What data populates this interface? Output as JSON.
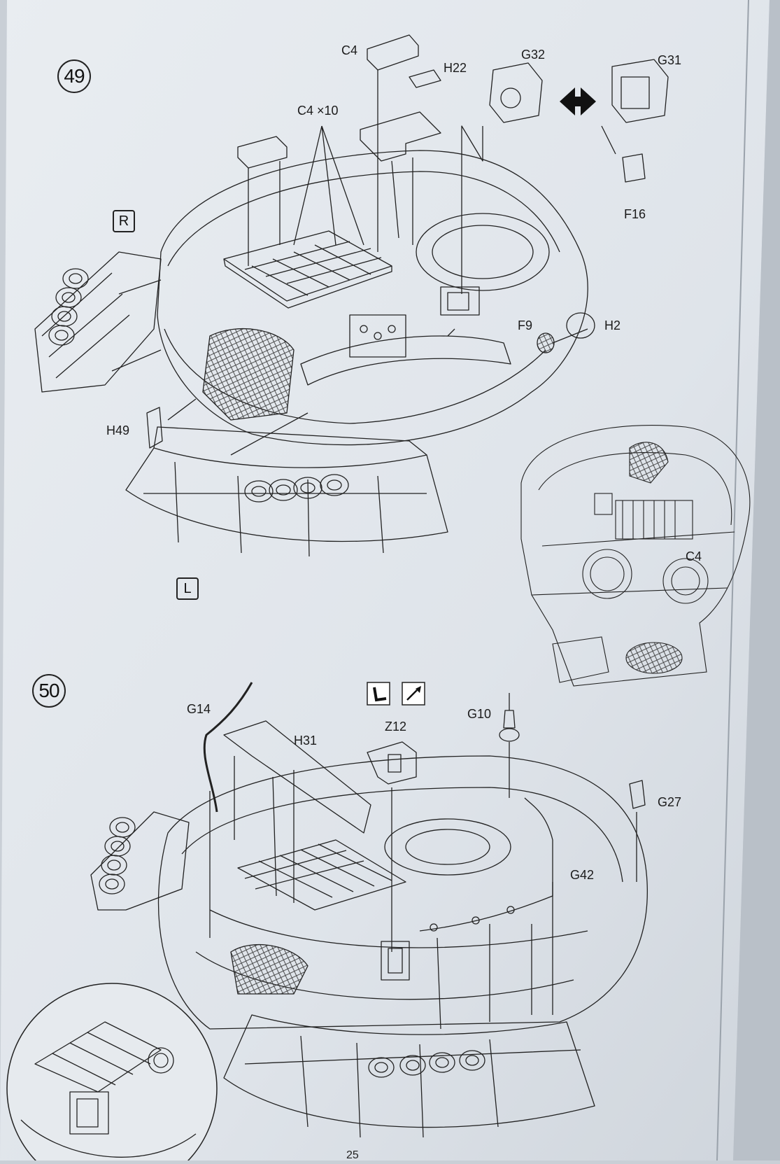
{
  "page": {
    "number": "25"
  },
  "step49": {
    "number": "49",
    "labels": {
      "c4": "C4",
      "c4x10": "C4 ×10",
      "h22": "H22",
      "g32": "G32",
      "g31": "G31",
      "f16": "F16",
      "f9": "F9",
      "h2": "H2",
      "h49": "H49",
      "c4_detail": "C4"
    },
    "side_right": "R",
    "side_left": "L"
  },
  "step50": {
    "number": "50",
    "labels": {
      "g14": "G14",
      "h31": "H31",
      "z12": "Z12",
      "g10": "G10",
      "g27": "G27",
      "g42": "G42"
    }
  },
  "icons": {
    "option_arrows": "swap-arrows-icon",
    "bend_part": "bend-part-icon",
    "paint_brush": "paint-brush-icon"
  }
}
